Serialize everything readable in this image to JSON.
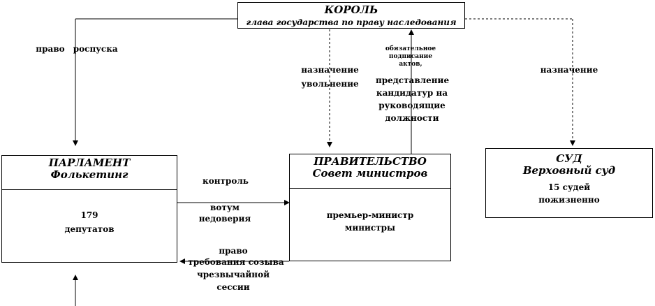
{
  "king": {
    "title": "КОРОЛЬ",
    "subtitle": "глава государства по праву наследования"
  },
  "parliament": {
    "title1": "ПАРЛАМЕНТ",
    "title2": "Фолькетинг",
    "count": "179",
    "members": "депутатов"
  },
  "government": {
    "title1": "ПРАВИТЕЛЬСТВО",
    "title2": "Совет министров",
    "line1": "премьер-министр",
    "line2": "министры"
  },
  "court": {
    "title1": "СУД",
    "title2": "Верховный суд",
    "line1": "15 судей",
    "line2": "пожизненно"
  },
  "labels": {
    "dissolution_right": "право роспуска",
    "appoint_dismiss_1": "назначение",
    "appoint_dismiss_2": "увольнение",
    "signing_small_1": "обязательное",
    "signing_small_2": "подписание",
    "signing_small_3": "актов,",
    "signing_1": "представление",
    "signing_2": "кандидатур на",
    "signing_3": "руководящие",
    "signing_4": "должности",
    "court_appointment": "назначение",
    "control": "контроль",
    "no_confidence_1": "вотум",
    "no_confidence_2": "недоверия",
    "session_1": "право",
    "session_2": "требования созыва",
    "session_3": "чрезвычайной",
    "session_4": "сессии"
  }
}
